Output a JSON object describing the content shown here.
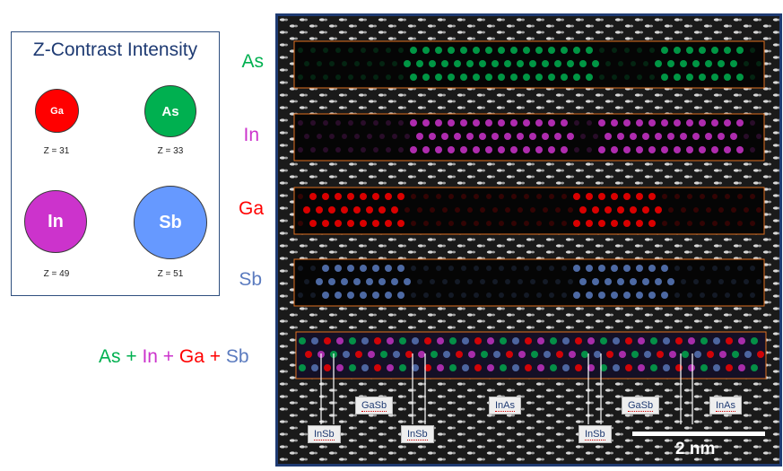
{
  "legend": {
    "title": "Z-Contrast Intensity",
    "atoms": [
      {
        "symbol": "Ga",
        "z": "Z = 31",
        "color": "#ff0000"
      },
      {
        "symbol": "As",
        "z": "Z = 33",
        "color": "#00b050"
      },
      {
        "symbol": "In",
        "z": "Z = 49",
        "color": "#cc33cc"
      },
      {
        "symbol": "Sb",
        "z": "Z = 51",
        "color": "#6699ff"
      }
    ]
  },
  "maps": [
    {
      "label": "As",
      "color": "#00b050"
    },
    {
      "label": "In",
      "color": "#cc33cc"
    },
    {
      "label": "Ga",
      "color": "#ff0000"
    },
    {
      "label": "Sb",
      "color": "#5b7bbf"
    }
  ],
  "combined": {
    "parts": [
      {
        "text": "As",
        "color": "#00b050"
      },
      {
        "text": " + ",
        "color": "#00b050"
      },
      {
        "text": "In",
        "color": "#cc33cc"
      },
      {
        "text": " + ",
        "color": "#cc33cc"
      },
      {
        "text": "Ga",
        "color": "#ff0000"
      },
      {
        "text": " + ",
        "color": "#ff0000"
      },
      {
        "text": "Sb",
        "color": "#5b7bbf"
      }
    ]
  },
  "phases": {
    "upper": [
      "GaSb",
      "InAs",
      "GaSb",
      "InAs"
    ],
    "lower": [
      "InSb",
      "InSb",
      "InSb"
    ]
  },
  "scale_bar": {
    "label": "2 nm"
  }
}
